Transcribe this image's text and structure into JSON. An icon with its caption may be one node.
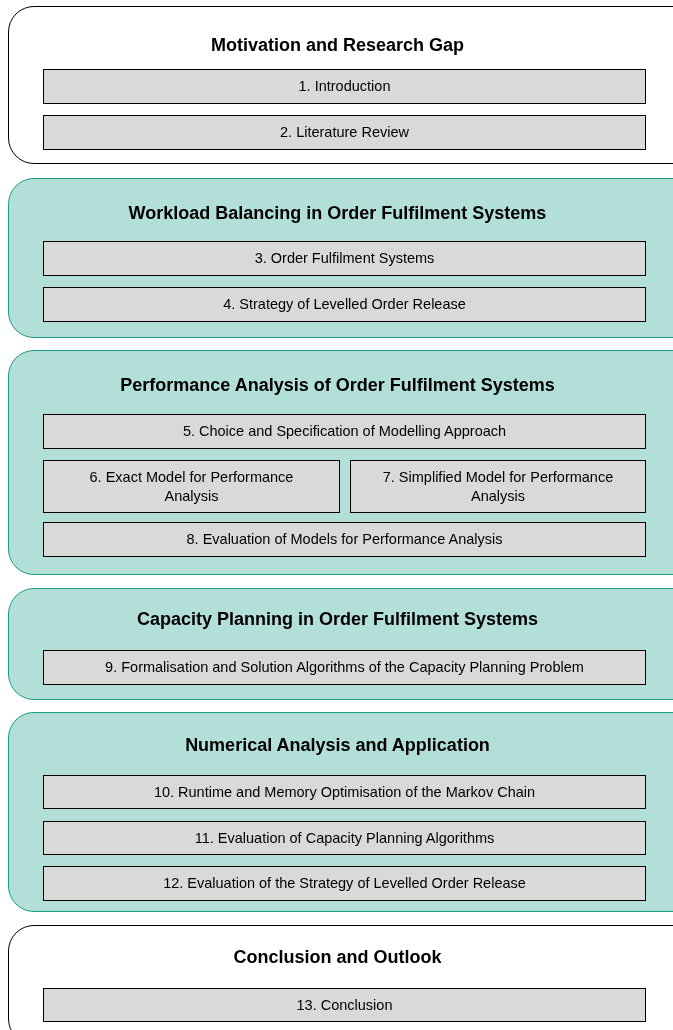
{
  "diagram": {
    "nodes": [
      {
        "text": [
          "Motivation and Research Gap"
        ]
      },
      {
        "text": [
          "1. Introduction"
        ],
        "in": 0
      },
      {
        "text": [
          "2. Literature Review"
        ],
        "in": 0
      },
      {
        "text": [
          "Workload Balancing in Order Fulfilment Systems"
        ]
      },
      {
        "text": [
          "3. Order Fulfilment Systems"
        ],
        "in": 3
      },
      {
        "text": [
          "4. Strategy of Levelled Order Release"
        ],
        "in": 3
      },
      {
        "text": [
          "Performance Analysis of Order Fulfilment Systems"
        ]
      },
      {
        "text": [
          "5. Choice and Specification of Modelling Approach"
        ],
        "in": 6
      },
      {
        "text": [
          "6. Exact Model for Performance Analysis"
        ],
        "in": 6
      },
      {
        "text": [
          "7. Simplified Model for Performance Analysis"
        ],
        "in": 6
      },
      {
        "text": [
          "8. Evaluation of Models for Performance Analysis"
        ],
        "in": 6
      },
      {
        "text": [
          "Capacity Planning in Order Fulfilment Systems"
        ]
      },
      {
        "text": [
          "9. Formalisation and Solution Algorithms of the Capacity Planning Problem"
        ],
        "in": 11
      },
      {
        "text": [
          "Numerical Analysis and Application"
        ]
      },
      {
        "text": [
          "10. Runtime and Memory Optimisation of the Markov Chain"
        ],
        "in": 13
      },
      {
        "text": [
          "11. Evaluation of Capacity Planning Algorithms"
        ],
        "in": 13
      },
      {
        "text": [
          "12. Evaluation of the Strategy of Levelled Order Release"
        ],
        "in": 13
      },
      {
        "text": [
          "Conclusion and Outlook"
        ]
      },
      {
        "text": [
          "13. Conclusion"
        ],
        "in": 17
      }
    ]
  }
}
